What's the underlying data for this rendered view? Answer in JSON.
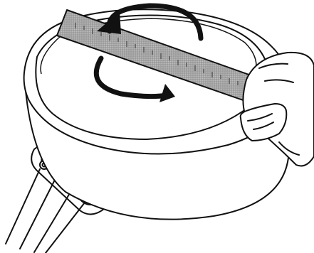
{
  "figure": {
    "subject": "saucepan-lid-flatness-check",
    "colors": {
      "line": "#111111",
      "fill": "#ffffff",
      "ruler_fill": "#a9a9a9",
      "ruler_hatch": "#7d7d7d",
      "arrow": "#111111"
    },
    "icons": [
      "rotate-arrow-icon",
      "rotate-arrow-icon",
      "ruler",
      "hand",
      "saucepan",
      "handle"
    ]
  }
}
